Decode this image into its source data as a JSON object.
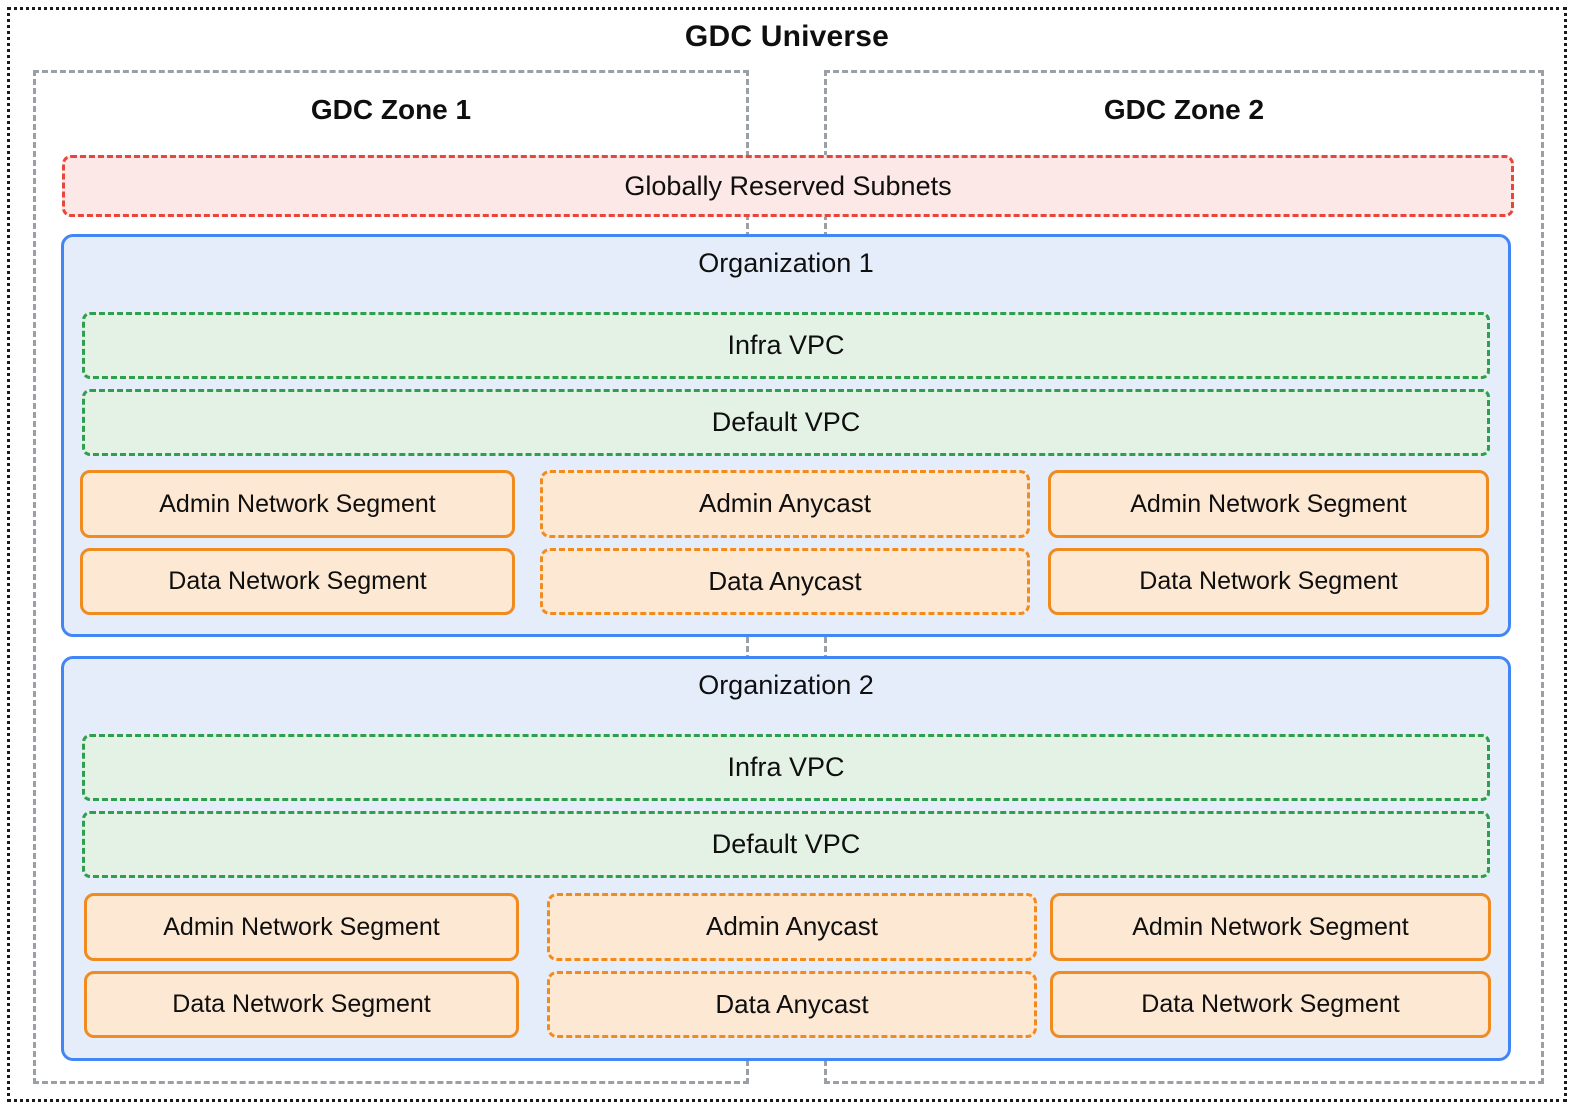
{
  "diagram": {
    "title": "GDC Universe",
    "zones": [
      {
        "id": "zone1",
        "label": "GDC Zone 1"
      },
      {
        "id": "zone2",
        "label": "GDC Zone 2"
      }
    ],
    "globally_reserved_subnets": {
      "label": "Globally Reserved Subnets"
    },
    "organizations": [
      {
        "id": "org1",
        "label": "Organization 1",
        "vpcs": [
          {
            "id": "infra",
            "label": "Infra VPC"
          },
          {
            "id": "default",
            "label": "Default VPC"
          }
        ],
        "zone1_segments": [
          {
            "id": "admin",
            "label": "Admin Network Segment"
          },
          {
            "id": "data",
            "label": "Data Network Segment"
          }
        ],
        "anycast": [
          {
            "id": "admin",
            "label": "Admin Anycast"
          },
          {
            "id": "data",
            "label": "Data Anycast"
          }
        ],
        "zone2_segments": [
          {
            "id": "admin",
            "label": "Admin Network Segment"
          },
          {
            "id": "data",
            "label": "Data Network Segment"
          }
        ]
      },
      {
        "id": "org2",
        "label": "Organization 2",
        "vpcs": [
          {
            "id": "infra",
            "label": "Infra VPC"
          },
          {
            "id": "default",
            "label": "Default VPC"
          }
        ],
        "zone1_segments": [
          {
            "id": "admin",
            "label": "Admin Network Segment"
          },
          {
            "id": "data",
            "label": "Data Network Segment"
          }
        ],
        "anycast": [
          {
            "id": "admin",
            "label": "Admin Anycast"
          },
          {
            "id": "data",
            "label": "Data Anycast"
          }
        ],
        "zone2_segments": [
          {
            "id": "admin",
            "label": "Admin Network Segment"
          },
          {
            "id": "data",
            "label": "Data Network Segment"
          }
        ]
      }
    ],
    "colors": {
      "universe_border": "#1a1a1a",
      "zone_border": "#9aa0a6",
      "reserved_border": "#e8453c",
      "reserved_fill": "#fce8e6",
      "org_border": "#4285f4",
      "org_fill": "#e5edfb",
      "vpc_border": "#2e9e4f",
      "vpc_fill": "#e4f2e6",
      "segment_border": "#f08b20",
      "segment_fill": "#fde8d4",
      "text": "#0f0f0f",
      "background": "#ffffff"
    }
  }
}
